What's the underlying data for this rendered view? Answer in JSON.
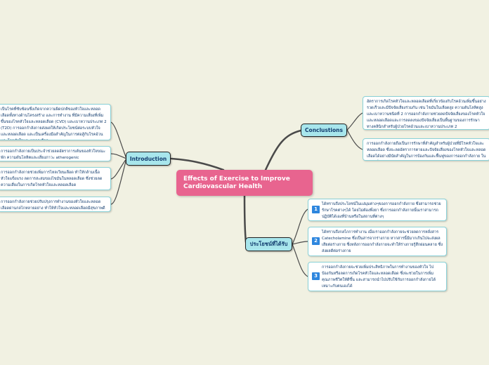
{
  "central": {
    "title": "Effects of Exercise to Improve Cardiovascular Health"
  },
  "introduction": {
    "label": "Introduction",
    "items": [
      "เป็นโรคที่ซับซ้อนซึ่งเกิดจากความผิดปกติของหัวใจและหลอดเลือดทั้งทางด้านโครงสร้าง และการทำงาน ที่มีความเสี่ยงที่เพิ่มขึ้นของโรคหัวใจและหลอดเลือด (CVD) และเบาหวานประเภท 2 (T2D) การออกกำลังกายส่งผลให้เกิดประโยชน์ต่อระบบหัวใจและหลอดเลือด และเป็นเครื่องมือสำคัญในการต่อสู้กับโรคอ้วน และโรคหัวใจและหลอดเลือด",
      "การออกกำลังกายเป็นประจำช่วยลดอัตราการเต้นของหัวใจขณะพัก ความดันโลหิตและเสี่ยงภาวะ atherogenic",
      "การออกกำลังกายช่วยเพิ่มการไหลเวียนเลือด ทำให้กล้ามเนื้อหัวใจแข็งแรง ลดการสะสมของไขมันในหลอดเลือด ซึ่งช่วยลดความเสี่ยงในการเกิดโรคหัวใจและหลอดเลือด",
      "การออกกำลังกายช่วยปรับปรุงการทำงานของหัวใจและหลอดเลือดผ่านกลไกหลายอย่าง ทำให้หัวใจและหลอดเลือดมีสุขภาพดี"
    ]
  },
  "conclusions": {
    "label": "Conclustions",
    "items": [
      "อัตราการเกิดโรคหัวใจและหลอดเลือดที่เกี่ยวข้องกับโรคอ้วนเพิ่มขึ้นอย่างรวดเร็วและมีปัจจัยเสี่ยงร่วมกัน เช่น ไขมันในเลือดสูง ความดันโลหิตสูง และเบาหวานชนิดที่ 2 การออกกำลังกายช่วยลดปัจจัยเสี่ยงของโรคหัวใจและหลอดเลือดและการลดลงของปัจจัยเสี่ยงเป็นพื้นฐานของการรักษาทางคลินิกสำหรับผู้ป่วยโรคอ้วนและเบาหวานประเภท 2",
      "การออกกำลังกายถือเป็นการรักษาที่สำคัญสำหรับผู้ป่วยที่มีโรคหัวใจและหลอดเลือด ซึ่งจะลดอัตราการตายและปัจจัยเสี่ยงของโรคหัวใจและหลอดเลือดได้อย่างมีนัยสำคัญในการป้องกันและฟื้นฟูของการออกกำลังกาย ในผู้ป่วยที่มี CVD"
    ]
  },
  "benefits": {
    "label": "ประโยชน์ที่ได้รับ",
    "items": [
      {
        "num": "1",
        "text": "ได้ทราบถึงประโยชน์ในแง่มุมต่างๆของการออกกำลังกาย ซึ่งสามารถช่วยรักษาโรคต่างๆได้ โดยไม่ต้องพึ่งยา ซึ่งการออกกำลังกายนั้นเราสามารถปฏิบัติได้เองที่บ้านหรือในสถานที่ต่างๆ"
      },
      {
        "num": "2",
        "text": "ได้ทราบถึงกลไกการทำงาน เมื่อเราออกกำลังกายจะช่วยลดการหลั่งสาร Catecholamine ซึ่งเป็นสารจากร่างกาย หากสารนี้มีมากเกินไปจะส่งผลเสียต่อร่างกาย ซึ่งหลังการออกกำลังกายจะทำให้ร่างกายรู้สึกผ่อนคลาย ซึ่งส่งผลดีต่อร่างกาย"
      },
      {
        "num": "3",
        "text": "การออกกำลังกายจะช่วยเพิ่มประสิทธิภาพในการทำงานของหัวใจ ไปป้องกันหรือลดการเกิดโรคหัวใจและหลอดเลือด ซึ่งจะช่วยในการเพิ่มคุณภาพชีวิตให้ดีขึ้น และสามารถนำไปปรับใช้กับการออกกำลังกายได้เหมาะกับตนเองได้"
      }
    ]
  }
}
